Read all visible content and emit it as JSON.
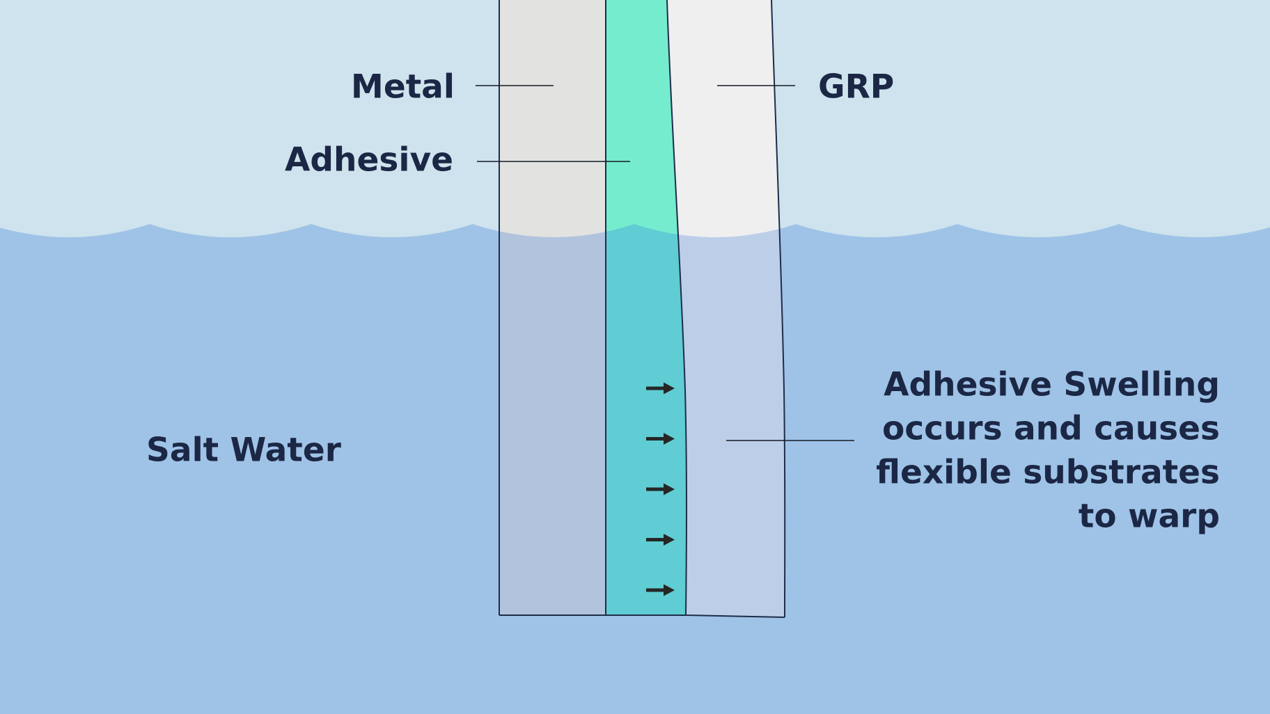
{
  "diagram": {
    "labels": {
      "metal": "Metal",
      "adhesive": "Adhesive",
      "grp": "GRP",
      "salt_water": "Salt Water"
    },
    "annotation": {
      "lines": [
        "Adhesive Swelling",
        "occurs and causes",
        "flexible substrates",
        "to warp"
      ]
    },
    "colors": {
      "sky": "#cee3ed",
      "water": "#9fc3e7",
      "metal_above": "#e2e2e1",
      "metal_below": "#b2c3dd",
      "adhesive_above": "#75ecce",
      "adhesive_below": "#5fcdd3",
      "grp_above": "#efeff0",
      "grp_below": "#bdcee9",
      "outline": "#1e2c49",
      "leader_line": "#141a24",
      "text": "#1b2745",
      "arrow": "#262626"
    },
    "icons": {
      "swelling_arrow": "right-arrow-icon"
    },
    "arrow_count": 5
  }
}
